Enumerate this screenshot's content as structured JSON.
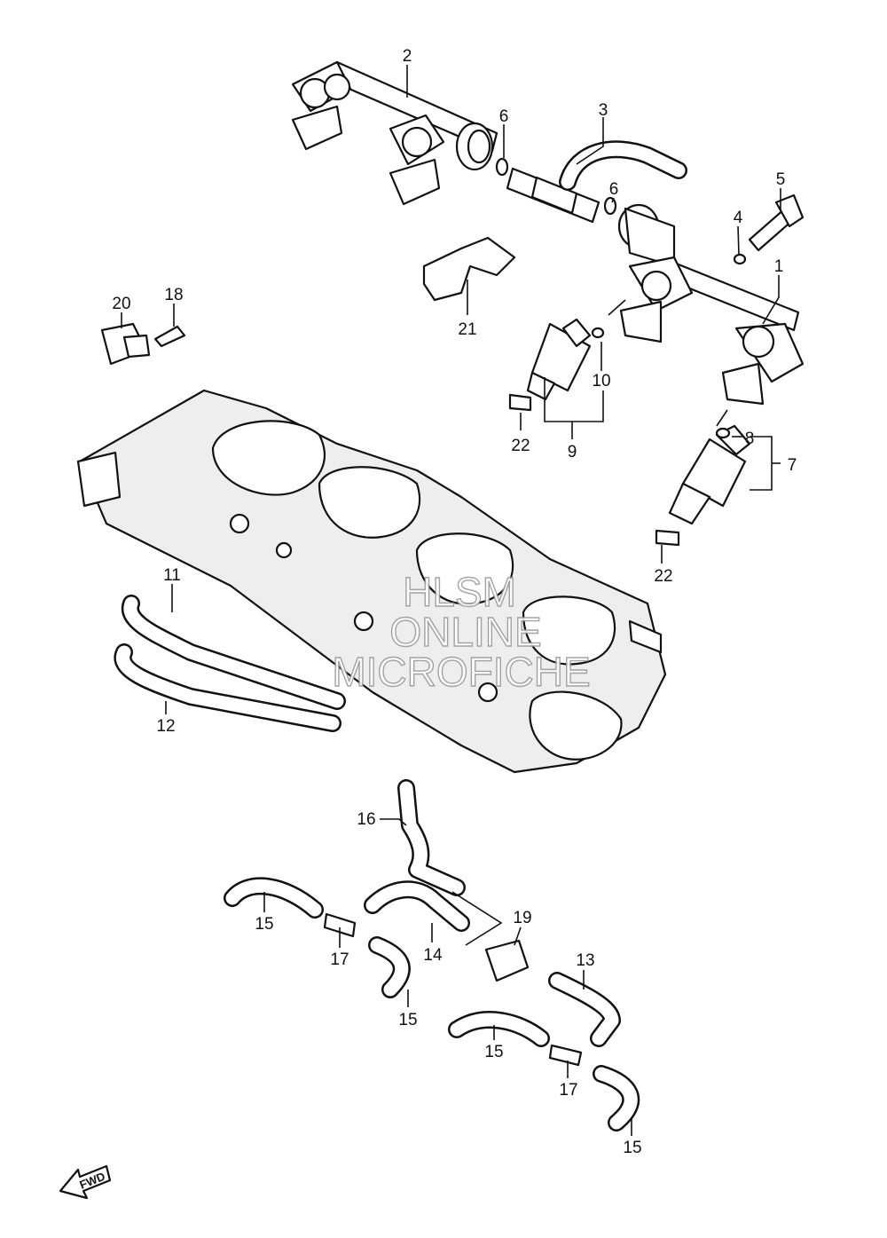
{
  "watermark": {
    "line1": "HLSM",
    "line2": "ONLINE",
    "line3": "MICROFICHE"
  },
  "fwd_label": "FWD",
  "callouts": {
    "c1": "1",
    "c2": "2",
    "c3": "3",
    "c4": "4",
    "c5": "5",
    "c6a": "6",
    "c6b": "6",
    "c7": "7",
    "c8": "8",
    "c9": "9",
    "c10": "10",
    "c11": "11",
    "c12": "12",
    "c13": "13",
    "c14": "14",
    "c15a": "15",
    "c15b": "15",
    "c15c": "15",
    "c15d": "15",
    "c16": "16",
    "c17a": "17",
    "c17b": "17",
    "c18": "18",
    "c19": "19",
    "c20": "20",
    "c21": "21",
    "c22a": "22",
    "c22b": "22"
  },
  "colors": {
    "line": "#111111",
    "watermark": "#9a9a9a",
    "background": "#ffffff"
  }
}
